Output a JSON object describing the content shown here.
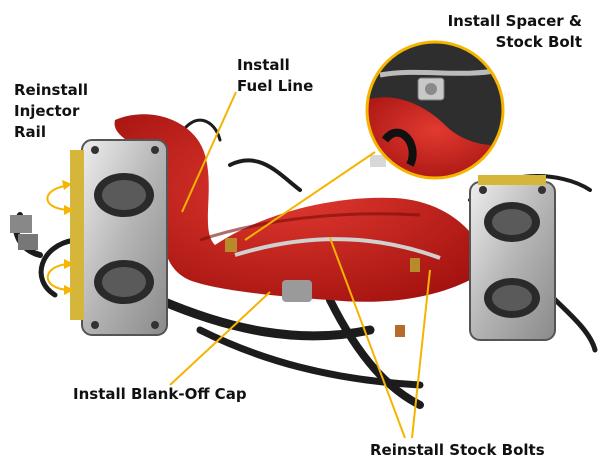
{
  "callouts": {
    "reinstall_injector_rail": [
      "Reinstall",
      "Injector",
      "Rail"
    ],
    "install_fuel_line": [
      "Install",
      "Fuel Line"
    ],
    "install_spacer_stock_bolt": [
      "Install Spacer &",
      "Stock Bolt"
    ],
    "install_blank_off_cap": "Install Blank-Off Cap",
    "reinstall_stock_bolts": "Reinstall Stock Bolts"
  },
  "colors": {
    "leader_line": "#f5b400",
    "manifold_red": "#c8201c",
    "throttle_body_silver": "#c9c9c9",
    "hose_black": "#1c1c1c",
    "label_text": "#111111"
  }
}
